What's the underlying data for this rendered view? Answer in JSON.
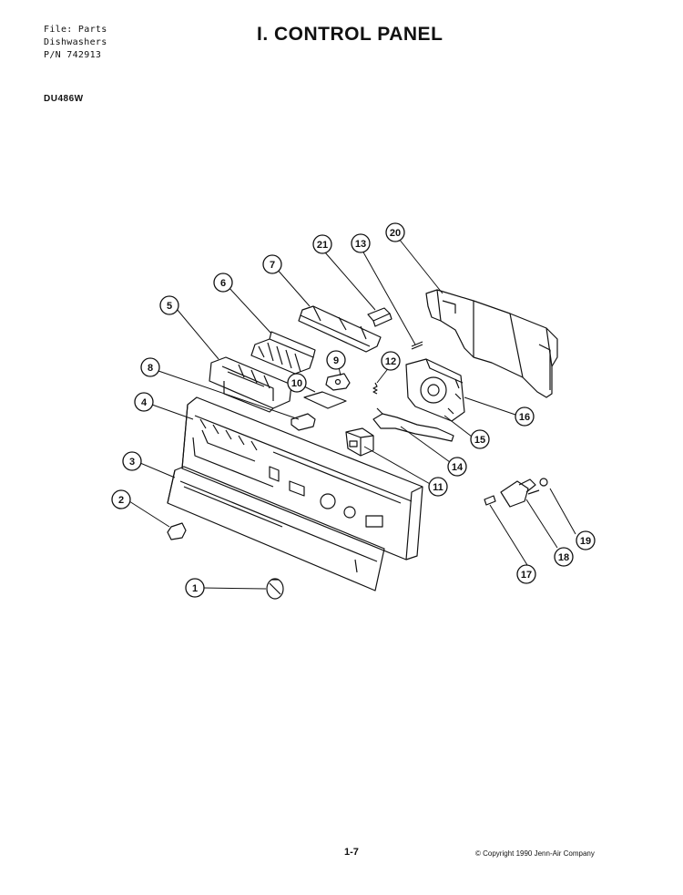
{
  "header": {
    "file_lines": [
      "File: Parts",
      "Dishwashers",
      "P/N 742913"
    ],
    "model": "DU486W",
    "title": "I. CONTROL PANEL"
  },
  "footer": {
    "page_number": "1-7",
    "copyright": "© Copyright 1990 Jenn-Air Company"
  },
  "callouts": [
    "1",
    "2",
    "3",
    "4",
    "5",
    "6",
    "7",
    "8",
    "9",
    "10",
    "11",
    "12",
    "13",
    "14",
    "15",
    "16",
    "17",
    "18",
    "19",
    "21",
    "20"
  ]
}
